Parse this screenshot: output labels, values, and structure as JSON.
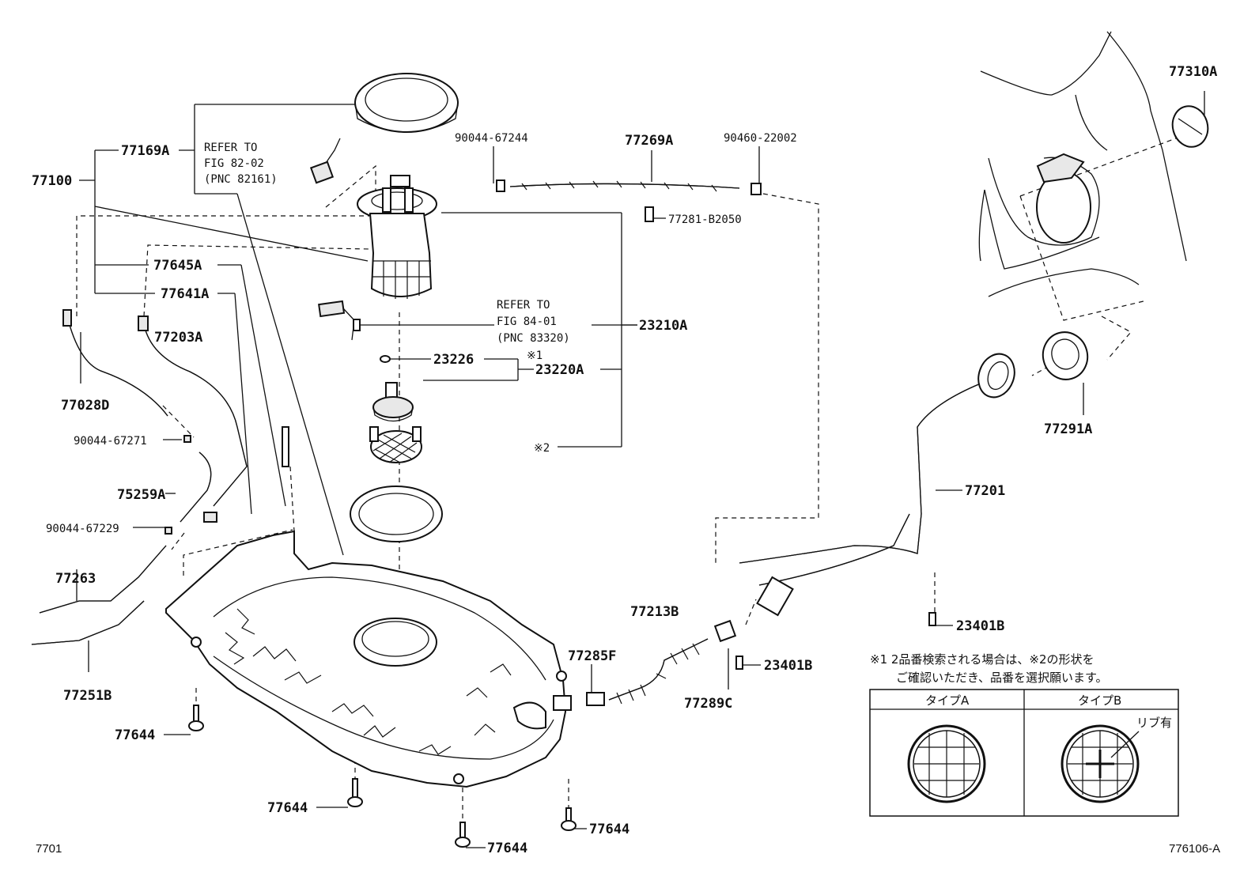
{
  "labels": {
    "p77100": "77100",
    "p77169A": "77169A",
    "p77645A": "77645A",
    "p77641A": "77641A",
    "p77203A": "77203A",
    "p77028D": "77028D",
    "p90044_67271": "90044-67271",
    "p75259A": "75259A",
    "p90044_67229": "90044-67229",
    "p77263": "77263",
    "p77251B": "77251B",
    "p77644_a": "77644",
    "p77644_b": "77644",
    "p77644_c": "77644",
    "p77644_d": "77644",
    "p90044_67244": "90044-67244",
    "p77269A": "77269A",
    "p90460_22002": "90460-22002",
    "p77281_B2050": "77281-B2050",
    "p23210A": "23210A",
    "p23226": "23226",
    "p23220A": "23220A",
    "mark1": "※1",
    "mark2": "※2",
    "p77213B": "77213B",
    "p77285F": "77285F",
    "p77289C": "77289C",
    "p23401B_a": "23401B",
    "p23401B_b": "23401B",
    "p77201": "77201",
    "p77291A": "77291A",
    "p77310A": "77310A"
  },
  "refs": {
    "ref1": [
      "REFER TO",
      "FIG 82-02",
      "(PNC 82161)"
    ],
    "ref2": [
      "REFER TO",
      "FIG 84-01",
      "(PNC 83320)"
    ]
  },
  "note": {
    "line1": "※1 2品番検索される場合は、※2の形状を",
    "line2": "ご確認いただき、品番を選択願います。",
    "type_a": "タイプA",
    "type_b": "タイプB",
    "rib": "リブ有"
  },
  "corners": {
    "page_code": "7701",
    "figure_code": "776106-A"
  }
}
